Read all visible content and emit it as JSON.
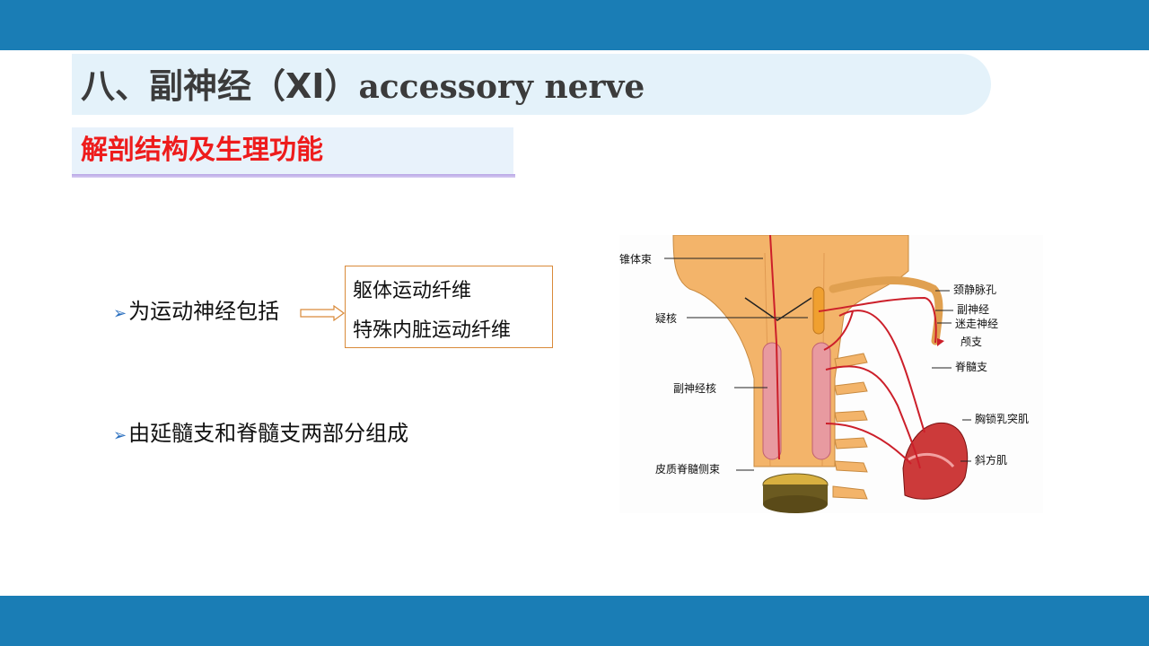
{
  "slide": {
    "title_cn": "八、副神经（XI）",
    "title_en": "accessory nerve",
    "subtitle": "解剖结构及生理功能"
  },
  "bullets": [
    {
      "text": "为运动神经包括"
    },
    {
      "text": "由延髓支和脊髓支两部分组成"
    }
  ],
  "fiber_types": [
    "躯体运动纤维",
    "特殊内脏运动纤维"
  ],
  "figure": {
    "labels_left": [
      "锥体束",
      "疑核",
      "副神经核",
      "皮质脊髓侧束"
    ],
    "labels_right": [
      "颈静脉孔",
      "副神经",
      "迷走神经",
      "颅支",
      "脊髓支",
      "胸锁乳突肌",
      "斜方肌"
    ]
  },
  "colors": {
    "bar": "#1a7db5",
    "title_band": "#e4f2fa",
    "subtitle_text": "#ee1c1c",
    "nerve": "#cc1f2a"
  }
}
